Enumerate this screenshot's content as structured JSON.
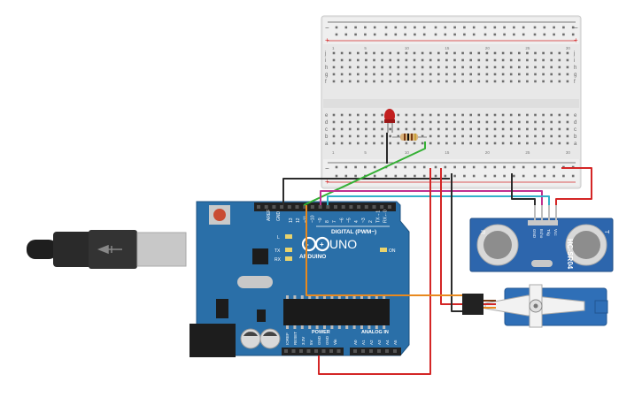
{
  "arduino": {
    "brand": "ARDUINO",
    "model": "UNO",
    "pwm_label": "DIGITAL (PWM~)",
    "power_label": "POWER",
    "analog_label": "ANALOG IN",
    "on_label": "ON",
    "l_label": "L",
    "tx_label": "TX",
    "rx_label": "RX",
    "aref_label": "AREF",
    "gnd_label": "GND",
    "digital_pins": [
      "13",
      "12",
      "~11",
      "~10",
      "~9",
      "8",
      "7",
      "~6",
      "~5",
      "4",
      "~3",
      "2",
      "TX→1",
      "RX←0"
    ],
    "power_pins": [
      "IOREF",
      "RESET",
      "3.3V",
      "5V",
      "GND",
      "GND",
      "Vin"
    ],
    "analog_pins": [
      "A0",
      "A1",
      "A2",
      "A3",
      "A4",
      "A5"
    ]
  },
  "sensor": {
    "model": "HC-SR04",
    "pins": [
      "GND",
      "Echo",
      "Trig",
      "Vcc"
    ],
    "left_mark": "R",
    "right_mark": "T"
  },
  "breadboard": {
    "row_letters_top": [
      "j",
      "i",
      "h",
      "g",
      "f"
    ],
    "row_letters_bottom": [
      "e",
      "d",
      "c",
      "b",
      "a"
    ],
    "minus": "−",
    "plus": "+",
    "column_numbers": [
      "1",
      "5",
      "10",
      "15",
      "20",
      "25",
      "30"
    ]
  },
  "colors": {
    "board": "#2a6fa8",
    "wire_red": "#d42626",
    "wire_black": "#2b2b2b",
    "wire_green": "#35b035",
    "wire_orange": "#e8891e",
    "wire_magenta": "#c0308f",
    "wire_cyan": "#31b1c9",
    "sensor": "#2d66ad",
    "servo": "#2f6fb7"
  }
}
